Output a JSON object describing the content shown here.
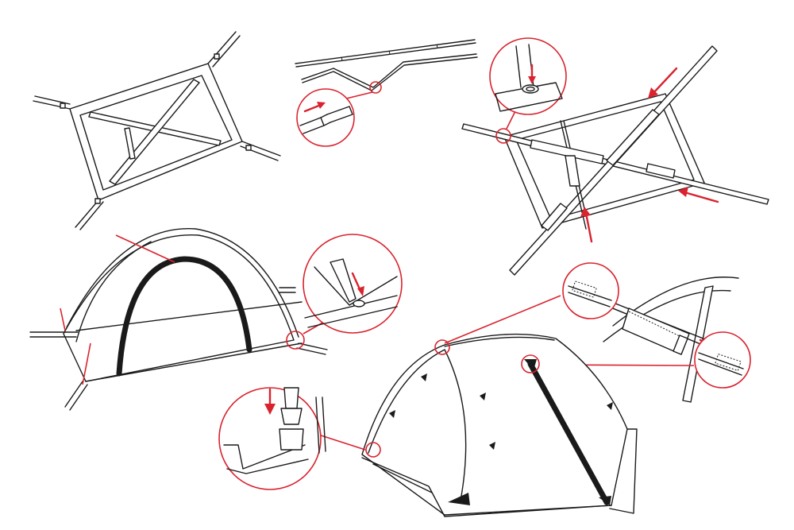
{
  "colors": {
    "ink": "#1a1a1a",
    "accent": "#d9232e",
    "background": "#ffffff"
  },
  "steps": [
    {
      "id": "lay-out-tent-and-poles",
      "icon": "tent-floor-with-crossed-poles"
    },
    {
      "id": "assemble-shock-corded-poles",
      "icon": "pole-section-insert"
    },
    {
      "id": "insert-pole-tips-into-grommets",
      "icon": "pole-tip-grommet"
    },
    {
      "id": "clip-tent-body-to-poles",
      "icon": "dome-tent-clips"
    },
    {
      "id": "thread-pole-through-sleeve",
      "icon": "pole-sleeve"
    },
    {
      "id": "attach-fly-buckles",
      "icon": "fly-buckle"
    }
  ]
}
